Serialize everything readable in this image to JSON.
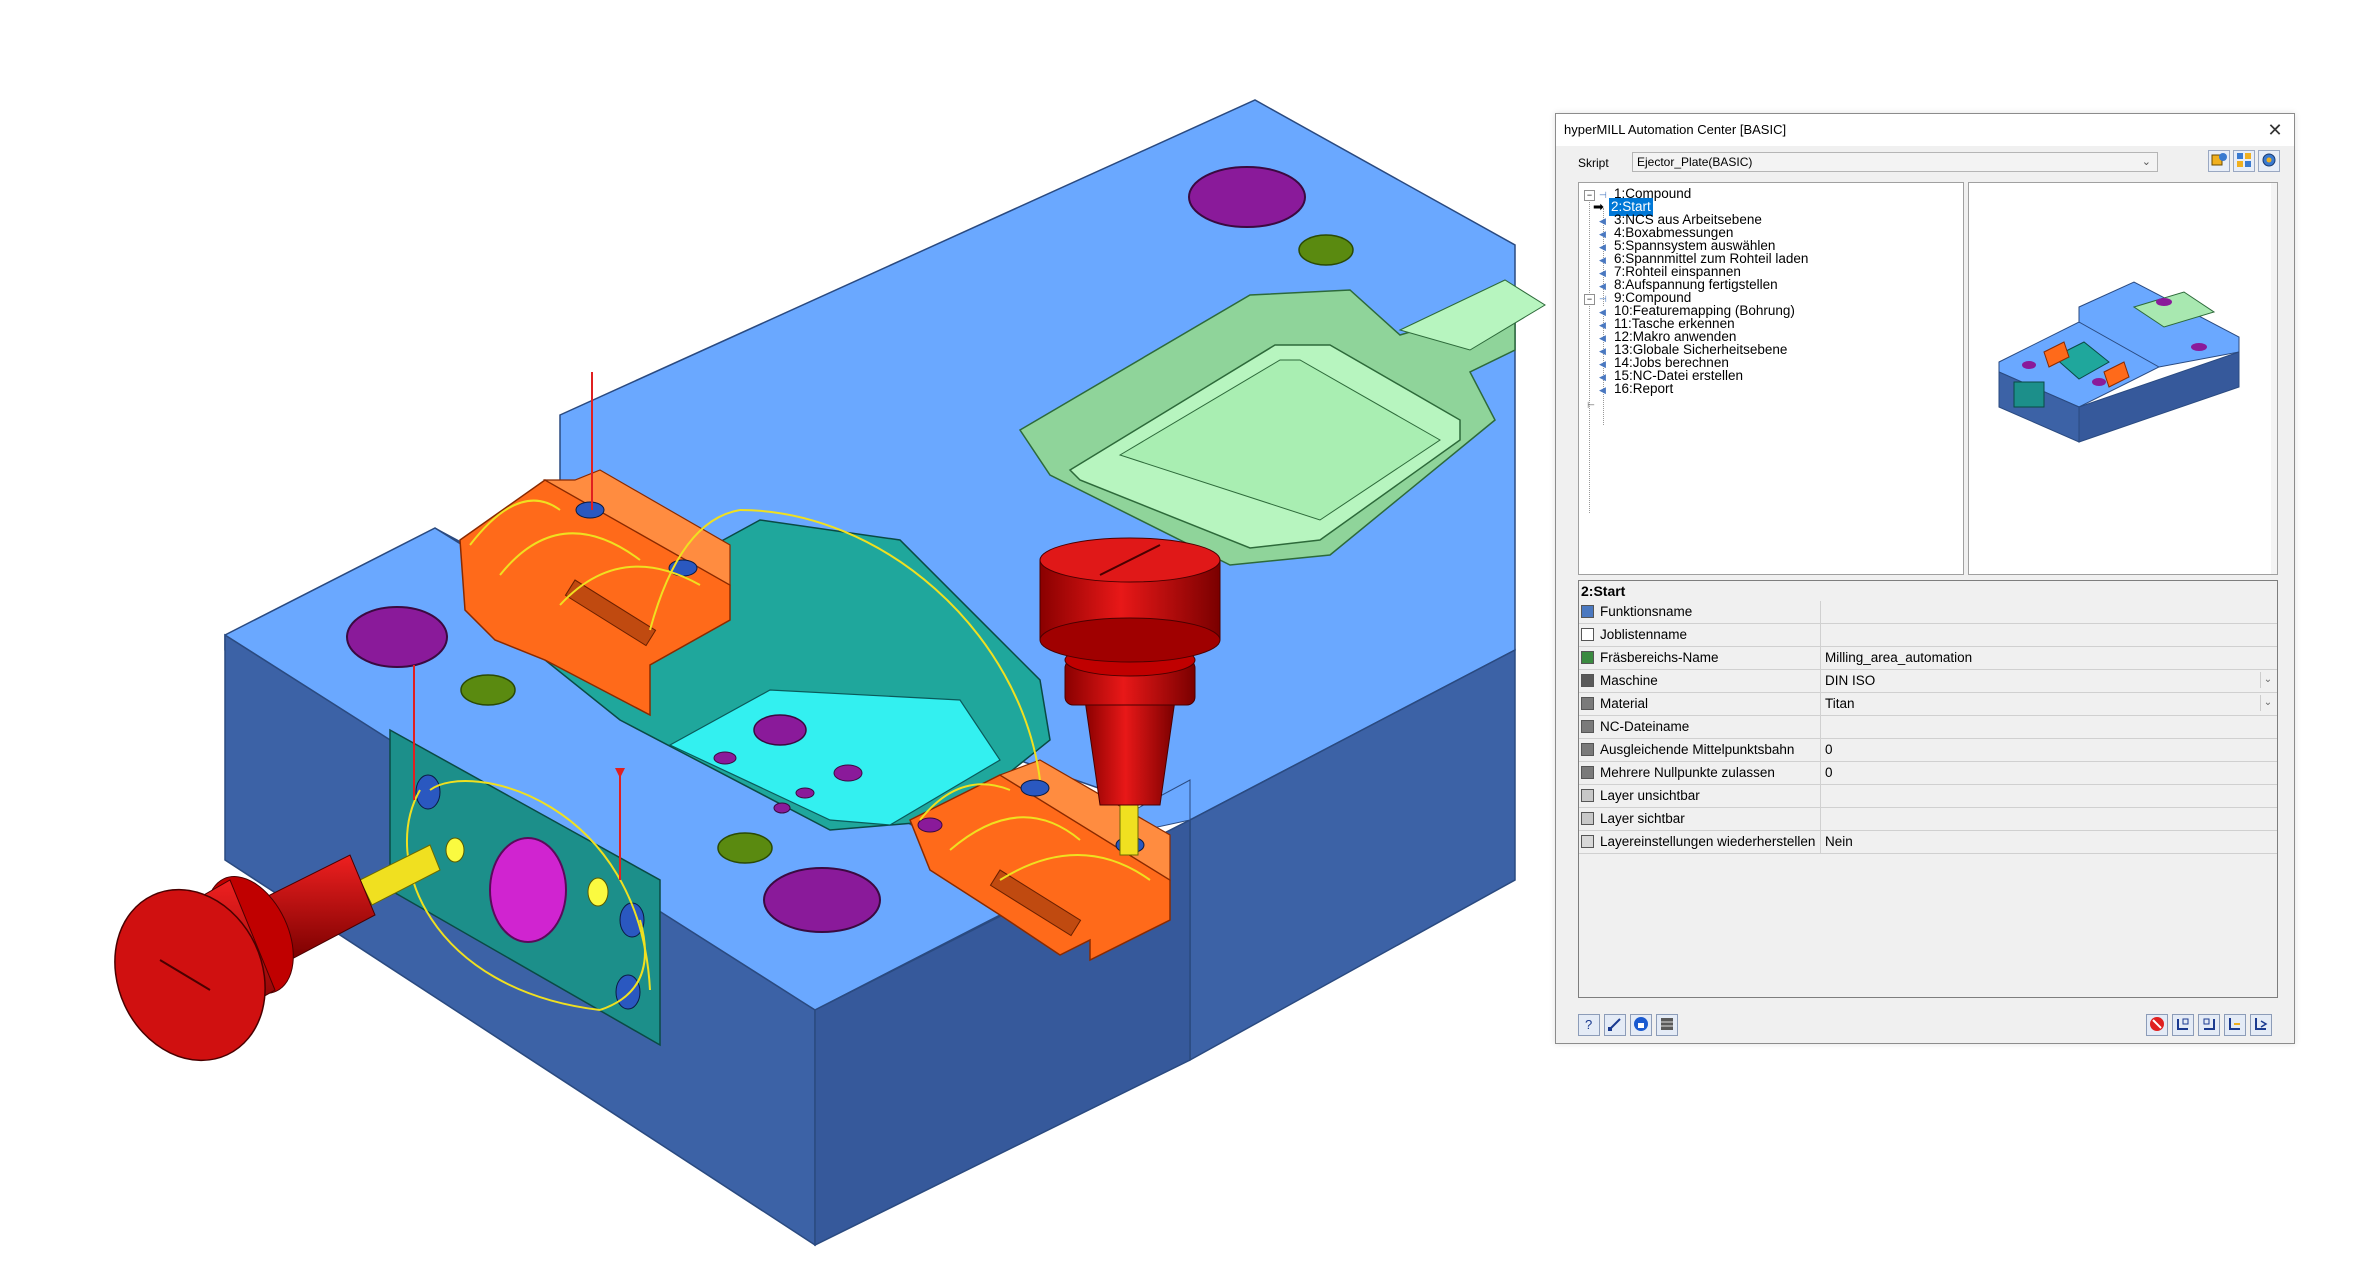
{
  "dialog": {
    "title": "hyperMILL Automation Center [BASIC]",
    "close_glyph": "✕",
    "skript_label": "Skript",
    "skript_value": "Ejector_Plate(BASIC)"
  },
  "tree": {
    "items": [
      {
        "label": "1:Compound",
        "type": "compound"
      },
      {
        "label": "2:Start",
        "type": "step",
        "selected": true
      },
      {
        "label": "3:NCS aus Arbeitsebene",
        "type": "step"
      },
      {
        "label": "4:Boxabmessungen",
        "type": "step"
      },
      {
        "label": "5:Spannsystem auswählen",
        "type": "step"
      },
      {
        "label": "6:Spannmittel zum Rohteil laden",
        "type": "step"
      },
      {
        "label": "7:Rohteil einspannen",
        "type": "step"
      },
      {
        "label": "8:Aufspannung fertigstellen",
        "type": "step"
      },
      {
        "label": "9:Compound",
        "type": "compound"
      },
      {
        "label": "10:Featuremapping (Bohrung)",
        "type": "step"
      },
      {
        "label": "11:Tasche erkennen",
        "type": "step"
      },
      {
        "label": "12:Makro anwenden",
        "type": "step"
      },
      {
        "label": "13:Globale Sicherheitsebene",
        "type": "step"
      },
      {
        "label": "14:Jobs berechnen",
        "type": "step"
      },
      {
        "label": "15:NC-Datei erstellen",
        "type": "step"
      },
      {
        "label": "16:Report",
        "type": "step"
      }
    ]
  },
  "properties": {
    "header": "2:Start",
    "rows": [
      {
        "name": "Funktionsname",
        "value": ""
      },
      {
        "name": "Joblistenname",
        "value": ""
      },
      {
        "name": "Fräsbereichs-Name",
        "value": "Milling_area_automation"
      },
      {
        "name": "Maschine",
        "value": "DIN ISO",
        "dropdown": true
      },
      {
        "name": "Material",
        "value": "Titan",
        "dropdown": true
      },
      {
        "name": "NC-Dateiname",
        "value": ""
      },
      {
        "name": "Ausgleichende Mittelpunktsbahn",
        "value": "0"
      },
      {
        "name": "Mehrere Nullpunkte zulassen",
        "value": "0"
      },
      {
        "name": "Layer unsichtbar",
        "value": ""
      },
      {
        "name": "Layer sichtbar",
        "value": ""
      },
      {
        "name": "Layereinstellungen wiederherstellen",
        "value": "Nein"
      }
    ]
  },
  "icons": {
    "top_right": [
      "run-script-icon",
      "edit-script-icon",
      "settings-icon"
    ],
    "bottom_left": [
      "help-icon",
      "edit-icon",
      "lock-icon",
      "grid-icon"
    ],
    "bottom_right": [
      "stop-icon",
      "step-into-icon",
      "step-over-icon",
      "step-back-icon",
      "step-out-icon"
    ]
  },
  "colors": {
    "part_top": "#6aa8ff",
    "part_side": "#3a5fa0",
    "pocket": "#a8e8b0",
    "cavity": "#1fa79c",
    "cavity_floor": "#33f0f0",
    "clamp": "#ff6a1a",
    "tool_red": "#d81010",
    "hole_purple": "#8a1a9a",
    "hole_green": "#5a8a10",
    "selection": "#0078d7"
  }
}
